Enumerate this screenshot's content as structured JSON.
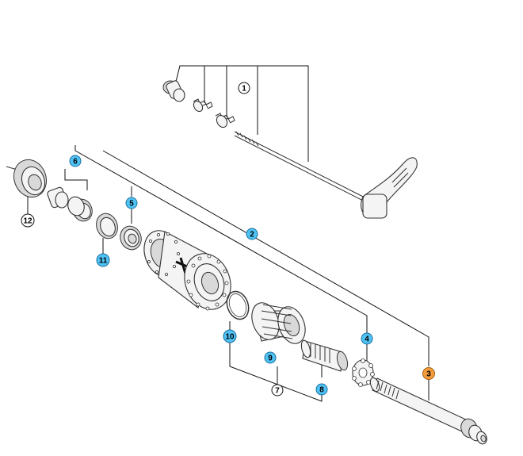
{
  "diagram": {
    "callouts": [
      {
        "id": "c1",
        "label": "1",
        "style": "plain"
      },
      {
        "id": "c2",
        "label": "2",
        "style": "blue"
      },
      {
        "id": "c3",
        "label": "3",
        "style": "orange"
      },
      {
        "id": "c4",
        "label": "4",
        "style": "blue"
      },
      {
        "id": "c5",
        "label": "5",
        "style": "blue"
      },
      {
        "id": "c6",
        "label": "6",
        "style": "blue"
      },
      {
        "id": "c7",
        "label": "7",
        "style": "plain"
      },
      {
        "id": "c8",
        "label": "8",
        "style": "blue"
      },
      {
        "id": "c9",
        "label": "9",
        "style": "blue"
      },
      {
        "id": "c10",
        "label": "10",
        "style": "blue"
      },
      {
        "id": "c11",
        "label": "11",
        "style": "blue"
      },
      {
        "id": "c12",
        "label": "12",
        "style": "plain"
      }
    ],
    "colors": {
      "blue_fill": "#4fc3f7",
      "orange_fill": "#f39c3c",
      "plain_fill": "#ffffff",
      "stroke": "#111111"
    }
  }
}
